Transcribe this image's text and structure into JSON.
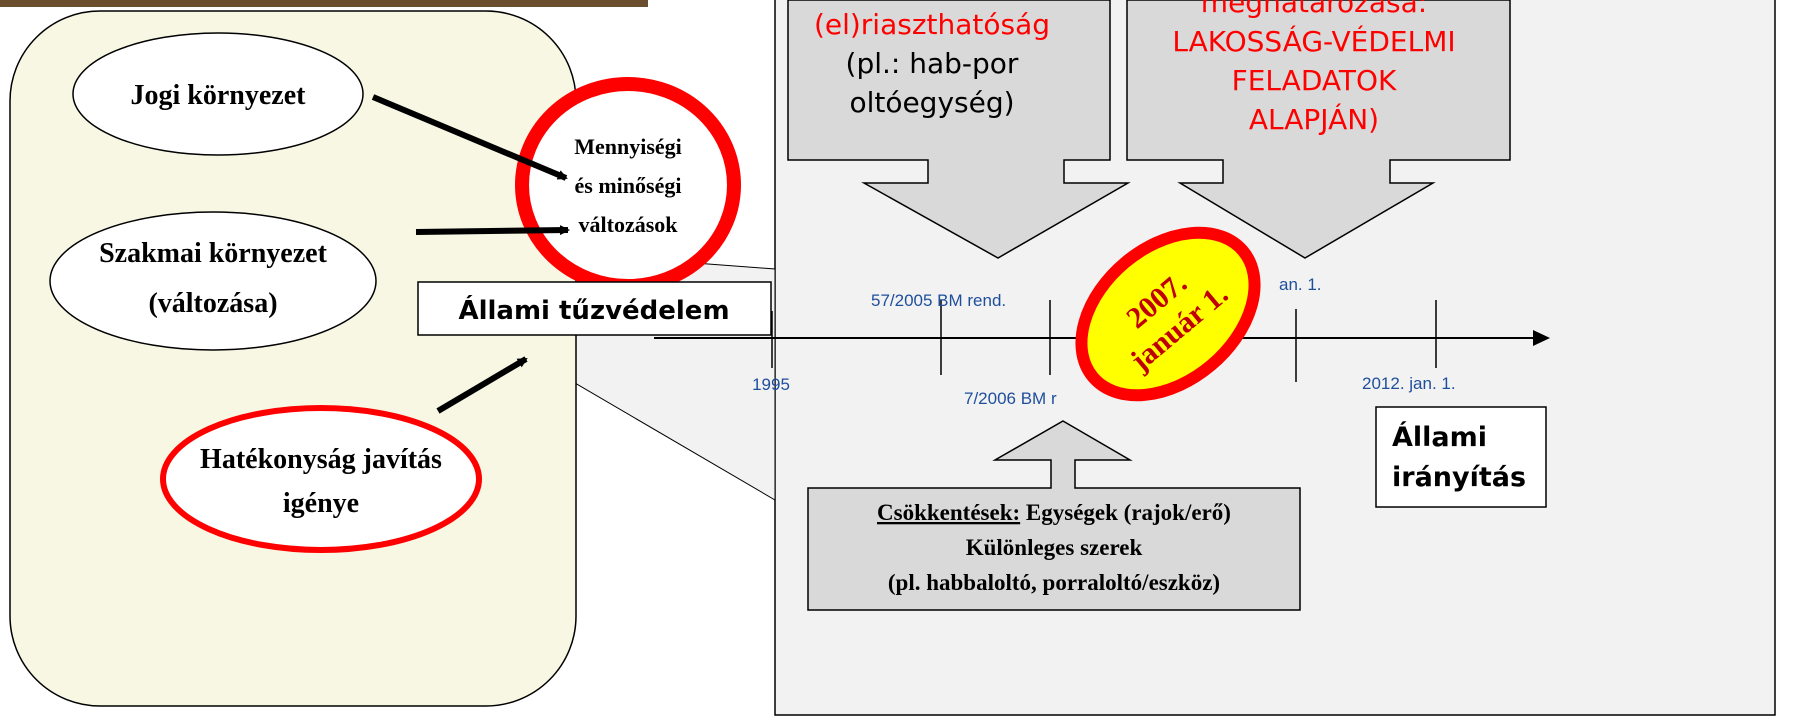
{
  "ovals": {
    "legal": "Jogi környezet",
    "professional_line1": "Szakmai környezet",
    "professional_line2": "(változása)",
    "efficiency_line1": "Hatékonyság javítás",
    "efficiency_line2": "igénye",
    "changes_line1": "Mennyiségi",
    "changes_line2": "és minőségi",
    "changes_line3": "változások"
  },
  "labels": {
    "state_fire_protection": "Állami tűzvédelem",
    "state_control_line1": "Állami",
    "state_control_line2": "irányítás"
  },
  "top_callouts": {
    "left_red": "(el)riaszthatóság",
    "left_black_line1": "(pl.: hab-por",
    "left_black_line2": "oltóegység)",
    "right_line1": "meghatározása:",
    "right_line2": "LAKOSSÁG-VÉDELMI",
    "right_line3": "FELADATOK",
    "right_line4": "ALAPJÁN)"
  },
  "timeline": {
    "labels": {
      "y1995": "1995",
      "bm57": "57/2005 BM rend.",
      "bm7": "7/2006 BM r",
      "jan1": "an. 1.",
      "y2012": "2012. jan. 1."
    },
    "highlight_line1": "2007.",
    "highlight_line2": "január 1."
  },
  "bottom_box": {
    "line1_underlined": "Csökkentések:",
    "line1_rest": " Egységek (rajok/erő)",
    "line2": "Különleges szerek",
    "line3": "(pl. habbaloltó, porraloltó/eszköz)"
  },
  "colors": {
    "red": "#ff0000",
    "yellow": "#ffff00",
    "dark_red": "#c00000",
    "panel_green": "#f7f7e4",
    "panel_gray": "#f2f2f2",
    "callout_gray": "#d9d9d9",
    "link_blue": "#1f4e9c"
  }
}
